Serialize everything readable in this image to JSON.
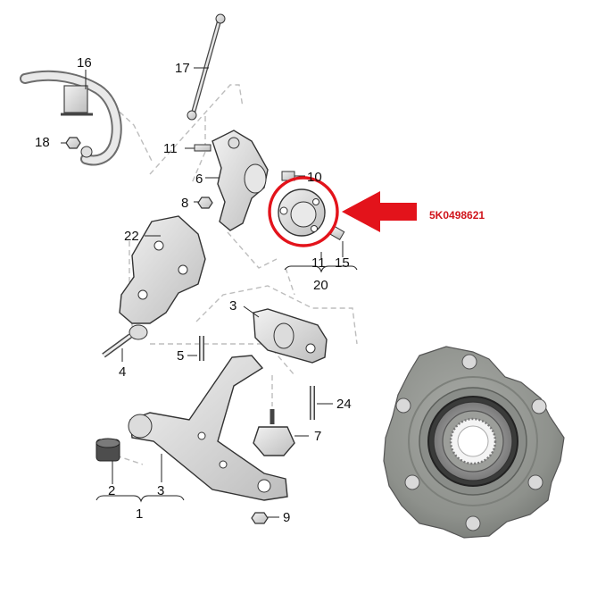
{
  "diagram": {
    "part_number": "5K0498621",
    "highlight_color": "#e3131b",
    "labels": {
      "n1": "1",
      "n2": "2",
      "n3a": "3",
      "n3b": "3",
      "n4": "4",
      "n5": "5",
      "n6": "6",
      "n7": "7",
      "n8": "8",
      "n9": "9",
      "n10": "10",
      "n11a": "11",
      "n11b": "11",
      "n15": "15",
      "n16": "16",
      "n17": "17",
      "n18": "18",
      "n20": "20",
      "n22": "22",
      "n24": "24"
    }
  }
}
